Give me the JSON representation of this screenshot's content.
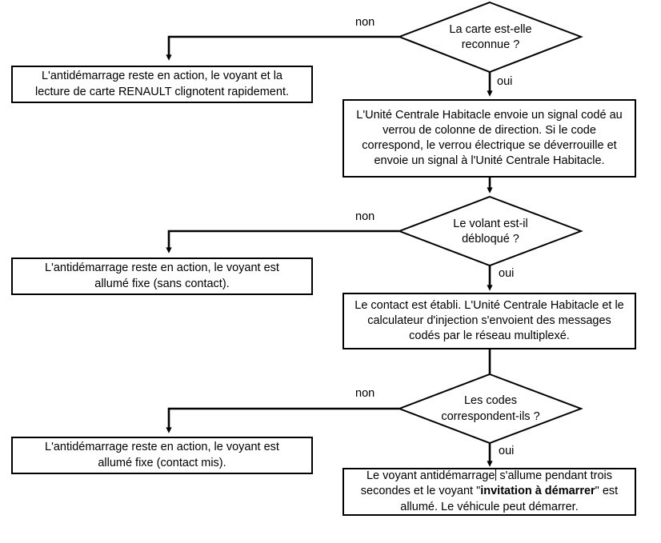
{
  "diagram": {
    "title": "Organigramme antidemarrage RENAULT",
    "colors": {
      "stroke": "#000000",
      "fill": "#ffffff",
      "text": "#000000"
    },
    "decisions": [
      {
        "id": "carte-reconnue",
        "line1": "La carte est-elle",
        "line2": "reconnue ?",
        "no_label": "non",
        "yes_label": "oui"
      },
      {
        "id": "volant-debloque",
        "line1": "Le volant est-il",
        "line2": "débloqué ?",
        "no_label": "non",
        "yes_label": "oui"
      },
      {
        "id": "codes-correspondent",
        "line1": "Les codes",
        "line2": "correspondent-ils ?",
        "no_label": "non",
        "yes_label": "oui"
      }
    ],
    "failure_boxes": [
      {
        "id": "antidemarrage-clignotant",
        "line1": "L'antidémarrage reste en action, le voyant et la",
        "line2": "lecture de carte RENAULT clignotent rapidement."
      },
      {
        "id": "antidemarrage-sans-contact",
        "line1": "L'antidémarrage reste en action, le voyant est",
        "line2": "allumé fixe (sans contact)."
      },
      {
        "id": "antidemarrage-contact-mis",
        "line1": "L'antidémarrage reste en action, le voyant est",
        "line2": "allumé fixe (contact mis)."
      }
    ],
    "process_boxes": [
      {
        "id": "signal-code-verrou",
        "line1": "L'Unité Centrale Habitacle envoie un signal codé au",
        "line2": "verrou de colonne de direction. Si le code",
        "line3": "correspond, le verrou électrique se déverrouille et",
        "line4": "envoie un signal à l'Unité Centrale Habitacle."
      },
      {
        "id": "contact-etabli",
        "line1": "Le contact est établi. L'Unité Centrale Habitacle et le",
        "line2": "calculateur d'injection s'envoient des messages",
        "line3": "codés par le réseau multiplexé."
      }
    ],
    "final_box": {
      "id": "voyant-antidemarrage-final",
      "part1": "Le voyant antidémarrage",
      "part2": " s'allume pendant trois",
      "line2_before": "secondes et le voyant \"",
      "line2_bold": "invitation à démarrer",
      "line2_after": "\" est",
      "line3": "allumé. Le véhicule peut démarrer."
    }
  }
}
